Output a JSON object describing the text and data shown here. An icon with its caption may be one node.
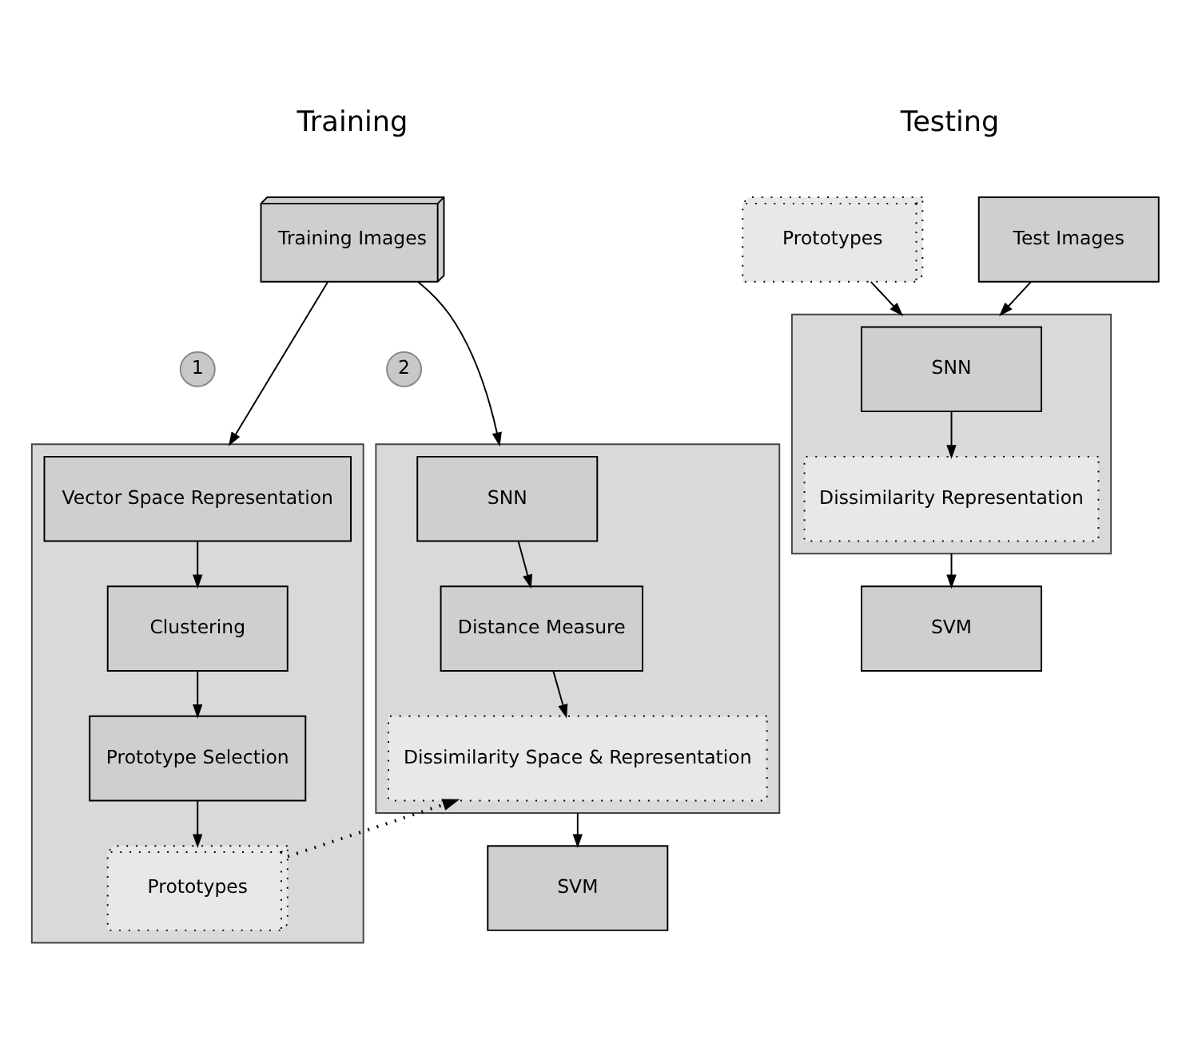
{
  "diagram": {
    "nodes": [
      {
        "text": [
          "Training Images"
        ]
      },
      {
        "text": [
          "1"
        ]
      },
      {
        "text": [
          "2"
        ]
      },
      {
        "text": [],
        "shape": "box"
      },
      {
        "text": [
          "Vector Space Representation"
        ],
        "in": 3
      },
      {
        "text": [
          "Clustering"
        ],
        "in": 3
      },
      {
        "text": [
          "Prototype Selection"
        ],
        "in": 3
      },
      {
        "text": [
          "Prototypes"
        ],
        "in": 3
      },
      {
        "text": [],
        "shape": "box"
      },
      {
        "text": [
          "SNN"
        ],
        "in": 8
      },
      {
        "text": [
          "Distance Measure"
        ],
        "in": 8
      },
      {
        "text": [
          "Dissimilarity Space & Representation"
        ],
        "in": 8
      },
      {
        "text": [
          "SVM"
        ]
      },
      {
        "text": [
          "Prototypes"
        ]
      },
      {
        "text": [
          "Test Images"
        ]
      },
      {
        "text": [],
        "shape": "box"
      },
      {
        "text": [
          "SNN"
        ],
        "in": 15
      },
      {
        "text": [
          "Dissimilarity Representation"
        ],
        "in": 15
      },
      {
        "text": [
          "SVM"
        ]
      }
    ],
    "edges": [
      {
        "from": 0,
        "to": 3,
        "arrow": "to"
      },
      {
        "from": 0,
        "to": 8,
        "arrow": "to"
      },
      {
        "from": 4,
        "to": 5,
        "arrow": "to"
      },
      {
        "from": 5,
        "to": 6,
        "arrow": "to"
      },
      {
        "from": 6,
        "to": 7,
        "arrow": "to"
      },
      {
        "from": 7,
        "to": 11,
        "arrow": "to",
        "style": "dashed"
      },
      {
        "from": 9,
        "to": 10,
        "arrow": "to"
      },
      {
        "from": 10,
        "to": 11,
        "arrow": "to"
      },
      {
        "from": 8,
        "to": 12,
        "arrow": "to"
      },
      {
        "from": 13,
        "to": 15,
        "arrow": "to"
      },
      {
        "from": 14,
        "to": 15,
        "arrow": "to"
      },
      {
        "from": 16,
        "to": 17,
        "arrow": "to"
      },
      {
        "from": 15,
        "to": 18,
        "arrow": "to"
      }
    ],
    "labels": [
      "Training",
      "Testing"
    ]
  }
}
